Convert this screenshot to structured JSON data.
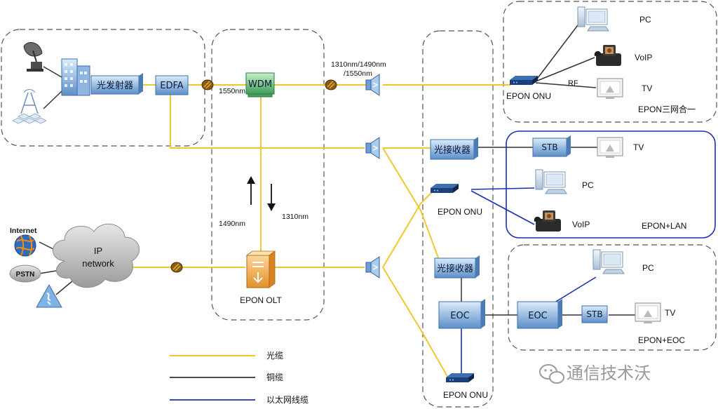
{
  "colors": {
    "fiber": "#f2c62c",
    "copper": "#333333",
    "ethernet": "#1a2fb8",
    "region_border": "#555555",
    "lan_border": "#1a2fb8"
  },
  "labels": {
    "transmitter": "光发射器",
    "edfa": "EDFA",
    "wdm": "WDM",
    "nm_1550": "1550nm",
    "nm_multi_1": "1310nm/1490nm",
    "nm_multi_2": "/1550nm",
    "nm_1490": "1490nm",
    "nm_1310": "1310nm",
    "olt": "EPON OLT",
    "ip_line1": "IP",
    "ip_line2": "network",
    "internet": "Internet",
    "pstn": "PSTN",
    "rx_1": "光接收器",
    "rx_2": "光接收器",
    "onu_top": "EPON ONU",
    "onu_mid": "EPON ONU",
    "onu_bottom": "EPON ONU",
    "eoc_left": "EOC",
    "eoc_right": "EOC",
    "stb_lan": "STB",
    "stb_eoc": "STB",
    "rf": "RF",
    "pc_top": "PC",
    "voip_top": "VoIP",
    "tv_top": "TV",
    "region_triple": "EPON三网合一",
    "tv_lan": "TV",
    "pc_lan": "PC",
    "voip_lan": "VoIP",
    "region_lan": "EPON+LAN",
    "pc_eoc": "PC",
    "tv_eoc": "TV",
    "region_eoc": "EPON+EOC"
  },
  "legend": [
    {
      "label": "光缆",
      "color": "#f2c62c"
    },
    {
      "label": "铜缆",
      "color": "#333333"
    },
    {
      "label": "以太网线缆",
      "color": "#1a2fb8"
    }
  ],
  "watermark": "通信技术沃",
  "icons": [
    "satellite-dish-icon",
    "antenna-tower-icon",
    "building-icon",
    "splitter-icon",
    "fiber-splice-icon",
    "olt-switch-icon",
    "pc-icon",
    "phone-icon",
    "tv-icon",
    "globe-icon",
    "cloud-icon",
    "wechat-icon"
  ]
}
